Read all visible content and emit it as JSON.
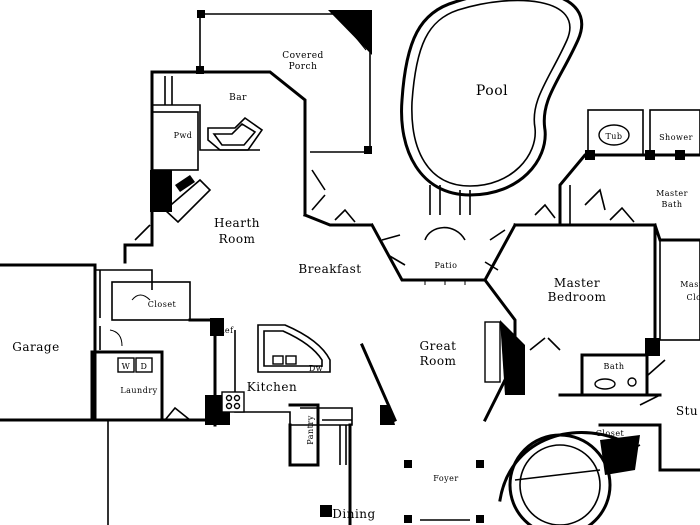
{
  "rooms": {
    "covered_porch": [
      "Covered",
      "Porch"
    ],
    "pool": "Pool",
    "bar": "Bar",
    "pwd": "Pwd",
    "tub": "Tub",
    "shower": "Shower",
    "master_bath": [
      "Master",
      "Bath"
    ],
    "hearth_room": [
      "Hearth",
      "Room"
    ],
    "breakfast": "Breakfast",
    "patio": "Patio",
    "master_bedroom": [
      "Master",
      "Bedroom"
    ],
    "master_closet": [
      "Maste",
      "Clo"
    ],
    "closet_left": "Closet",
    "garage": "Garage",
    "ref": "Ref",
    "dw": "Dw",
    "great_room": [
      "Great",
      "Room"
    ],
    "bath": "Bath",
    "w": "W",
    "d": "D",
    "laundry": "Laundry",
    "kitchen": "Kitchen",
    "pantry": "Pantry",
    "study": "Stu",
    "closet_right": "Closet",
    "foyer": "Foyer",
    "dining": "Dining"
  }
}
